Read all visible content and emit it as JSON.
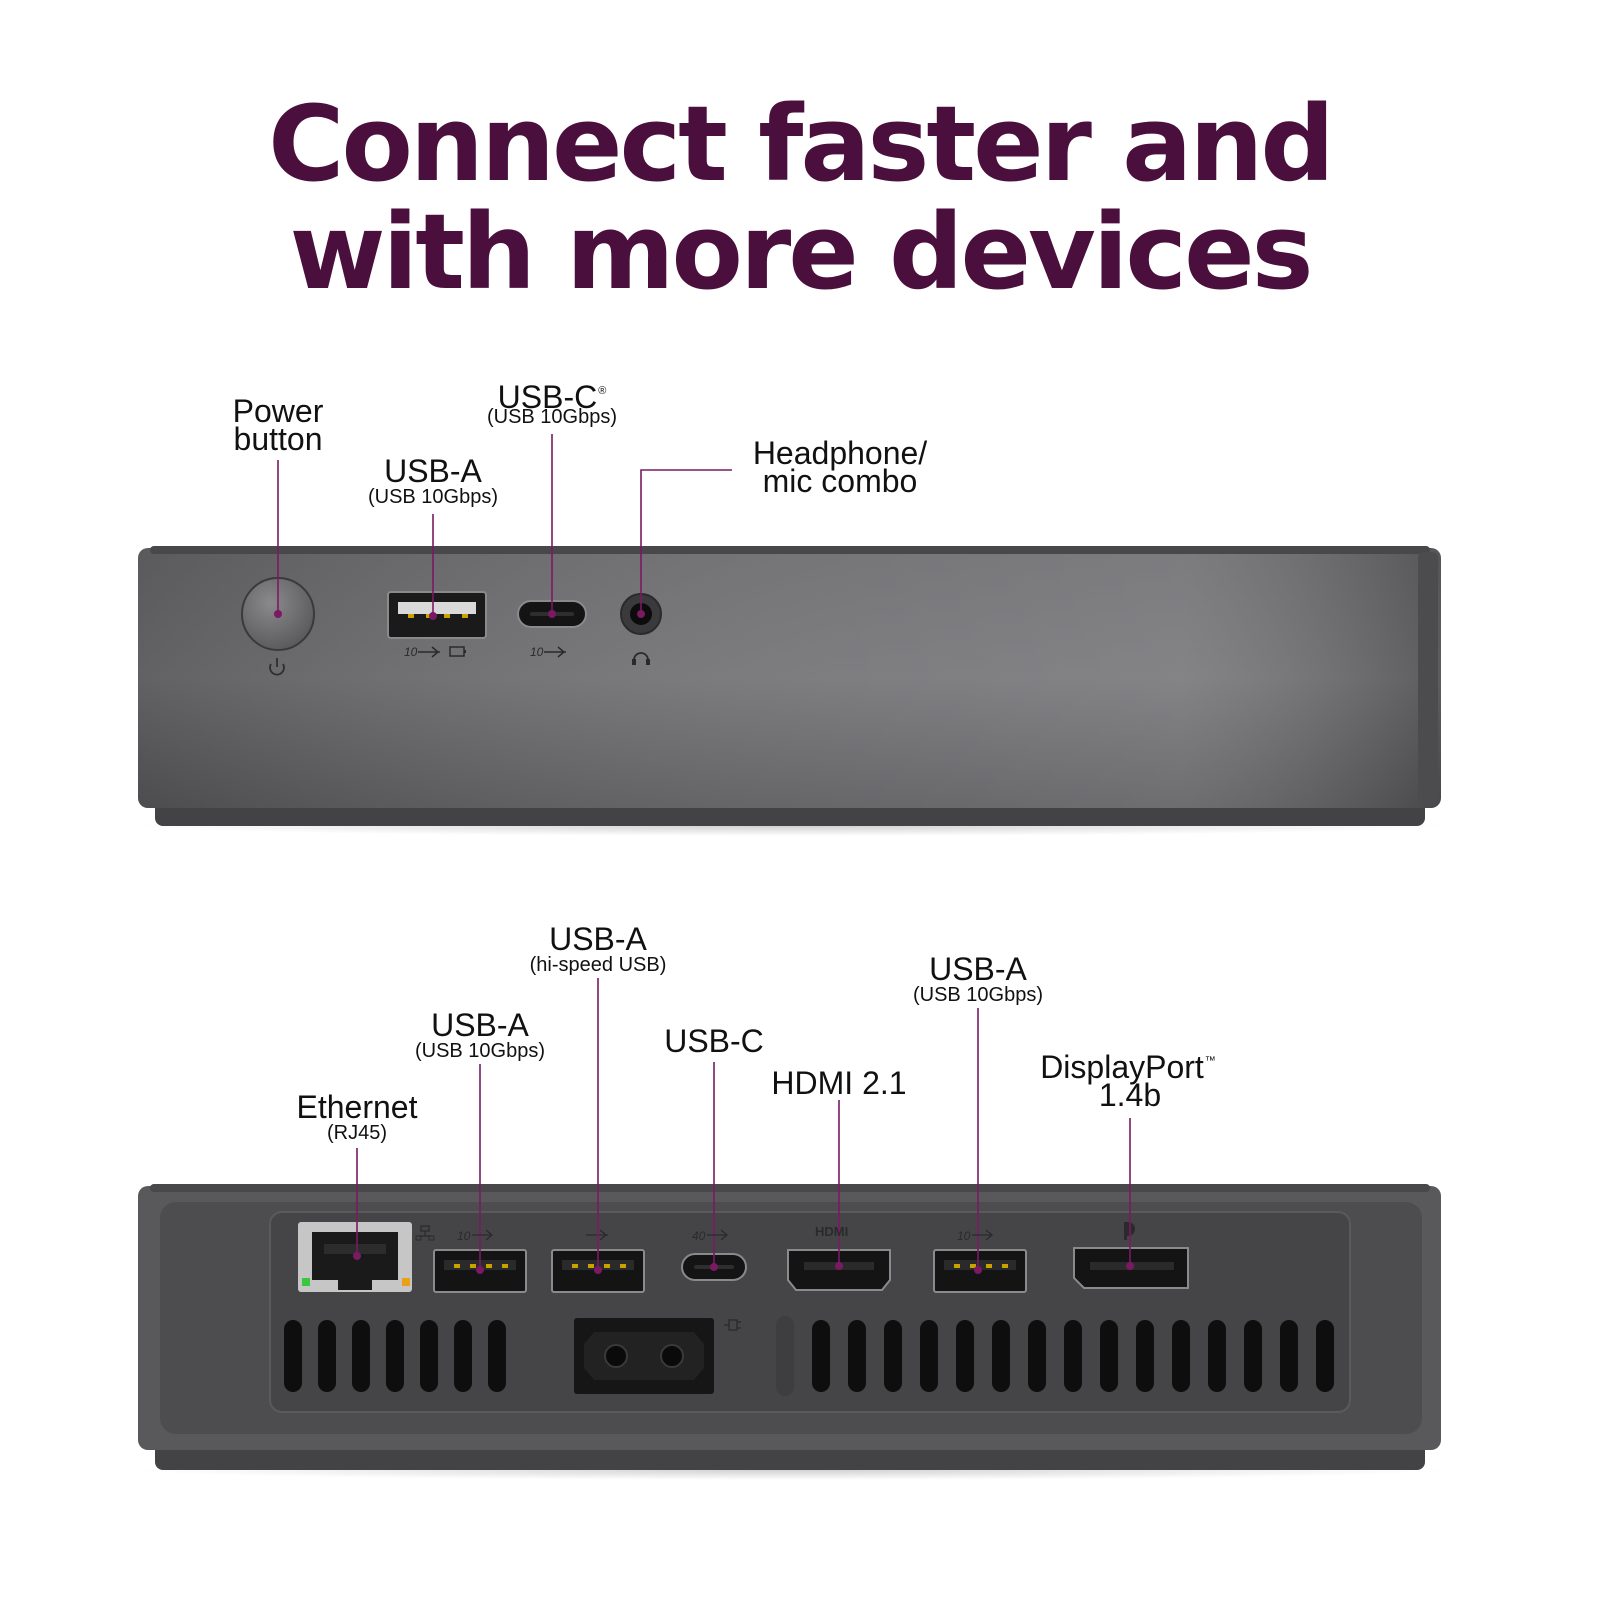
{
  "headline": {
    "line1": "Connect faster and",
    "line2": "with more devices",
    "color": "#4a0f3d"
  },
  "colors": {
    "accent": "#7a1a63",
    "chassis": "#5c5c5f",
    "chassis_dark": "#3e3e41",
    "port_black": "#141414",
    "led_green": "#3cc83c",
    "led_amber": "#e8a21a"
  },
  "front_view": {
    "power": {
      "line1": "Power",
      "line2": "button",
      "icon": "power-icon"
    },
    "usb_a": {
      "title": "USB-A",
      "sub": "(USB 10Gbps)",
      "port_marks": "10 usb-icon battery-icon"
    },
    "usb_c": {
      "title": "USB-C",
      "mark": "®",
      "sub": "(USB 10Gbps)",
      "port_marks": "10 usb-icon"
    },
    "audio": {
      "line1": "Headphone/",
      "line2": "mic combo",
      "icon": "headset-icon"
    }
  },
  "rear_view": {
    "ethernet": {
      "title": "Ethernet",
      "sub": "(RJ45)",
      "icon": "network-icon"
    },
    "usb_a_1": {
      "title": "USB-A",
      "sub": "(USB 10Gbps)",
      "port_mark": "10"
    },
    "usb_a_2": {
      "title": "USB-A",
      "sub": "(hi-speed USB)"
    },
    "usb_c": {
      "title": "USB-C",
      "port_mark": "40"
    },
    "hdmi": {
      "title": "HDMI 2.1",
      "port_mark": "HDMI"
    },
    "usb_a_3": {
      "title": "USB-A",
      "sub": "(USB 10Gbps)",
      "port_mark": "10"
    },
    "displayport": {
      "line1": "DisplayPort",
      "mark": "™",
      "line2": "1.4b",
      "icon": "displayport-icon"
    },
    "power_inlet": {
      "icon": "power-plug-icon"
    }
  }
}
